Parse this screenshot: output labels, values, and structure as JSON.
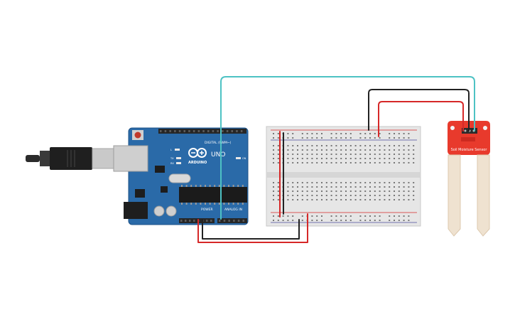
{
  "arduino": {
    "brand": "ARDUINO",
    "model": "UNO",
    "digital_header_label": "DIGITAL (PWM~)",
    "power_label": "POWER",
    "analog_label": "ANALOG IN",
    "led_tx": "TX",
    "led_rx": "RX",
    "led_l": "L",
    "led_on": "ON"
  },
  "sensor": {
    "label": "Soil Moisture Sensor"
  },
  "colors": {
    "board": "#2a6aa8",
    "breadboard": "#e4e4e4",
    "sensor_board": "#e83a2c",
    "sensor_probe": "#efe2d0",
    "wire_signal": "#4dc2c4",
    "wire_power": "#d62828",
    "wire_ground": "#222222"
  },
  "wires": [
    {
      "name": "signal",
      "from": "Arduino A0",
      "to": "Sensor SIG",
      "color": "#4dc2c4"
    },
    {
      "name": "power",
      "from": "Arduino 5V",
      "to": "Breadboard + rail",
      "color": "#d62828"
    },
    {
      "name": "ground",
      "from": "Arduino GND",
      "to": "Breadboard - rail",
      "color": "#222222"
    },
    {
      "name": "sensor-power",
      "from": "Breadboard + rail",
      "to": "Sensor VCC",
      "color": "#d62828"
    },
    {
      "name": "sensor-ground",
      "from": "Breadboard - rail",
      "to": "Sensor GND",
      "color": "#222222"
    }
  ]
}
